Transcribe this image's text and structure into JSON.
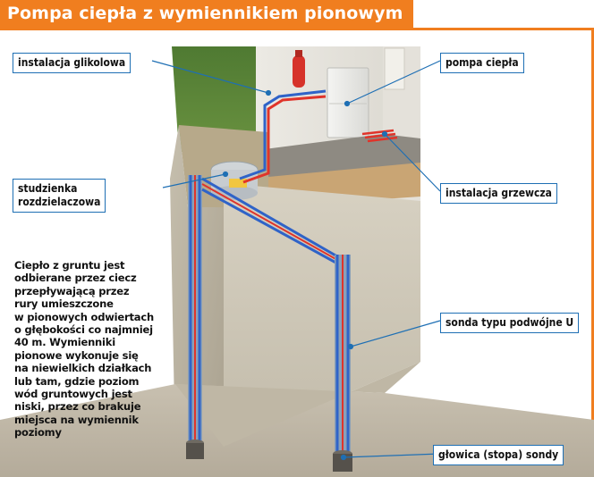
{
  "title": "Pompa ciepła z wymiennikiem pionowym",
  "labels": {
    "glycol": "instalacja glikolowa",
    "heat_pump": "pompa ciepła",
    "well_line1": "studzienka",
    "well_line2": "rozdzielaczowa",
    "heating": "instalacja grzewcza",
    "probe": "sonda typu podwójne U",
    "head": "głowica (stopa) sondy"
  },
  "description": "Ciepło z gruntu jest\nodbierane przez ciecz\nprzepływającą przez\nrury umieszczone\nw pionowych odwiertach\no głębokości co najmniej\n40 m. Wymienniki\npionowe wykonuje się\nna niewielkich działkach\nlub tam, gdzie poziom\nwód gruntowych jest\nniski, przez co brakuje\nmiejsca na wymiennik\npoziomy",
  "colors": {
    "accent": "#f07e1f",
    "leader": "#1e6fb4",
    "pipe_cold": "#2f63c8",
    "pipe_hot": "#e0342a"
  }
}
